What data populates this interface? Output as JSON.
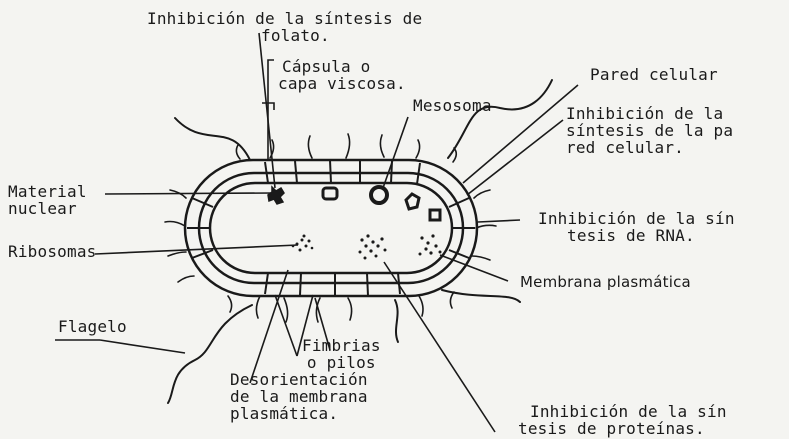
{
  "diagram": {
    "labels": {
      "folato": [
        "Inhibición de la síntesis de",
        "folato."
      ],
      "capsula": [
        "Cápsula o",
        "capa viscosa."
      ],
      "mesosoma": [
        "Mesosoma"
      ],
      "pared": [
        "Pared celular"
      ],
      "sintesis_pared": [
        "Inhibición de la",
        "síntesis de la pa",
        "red celular."
      ],
      "material": [
        "Material",
        "nuclear"
      ],
      "rna": [
        "Inhibición de la sín",
        "tesis de RNA."
      ],
      "ribosomas": [
        "Ribosomas"
      ],
      "membrana": [
        "Membrana plasmática"
      ],
      "flagelo": [
        "Flagelo"
      ],
      "fimbrias": [
        "Fimbrias",
        "o pilos"
      ],
      "desorientacion": [
        "Desorientación",
        "de la membrana",
        "plasmática."
      ],
      "proteinas": [
        "Inhibición de la sín",
        "tesis de proteínas."
      ]
    }
  }
}
